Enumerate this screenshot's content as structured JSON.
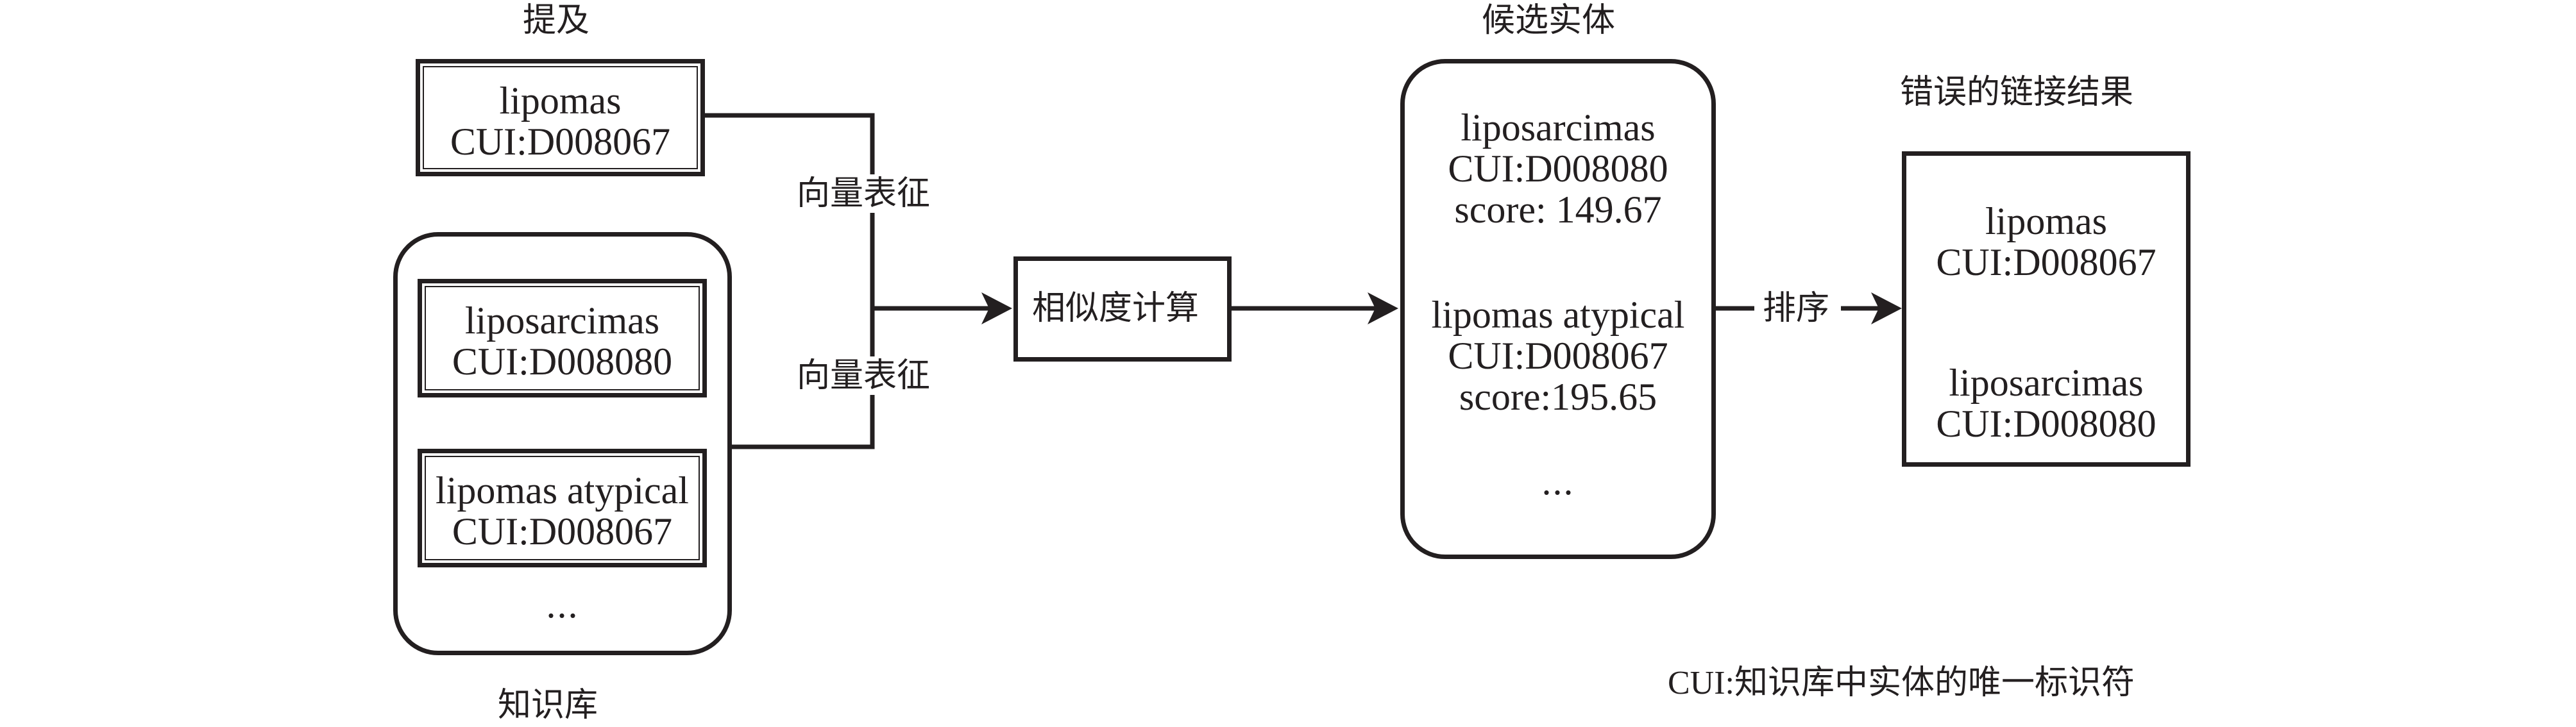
{
  "labels": {
    "mention": "提及",
    "knowledge_base": "知识库",
    "candidate_entities": "候选实体",
    "wrong_result": "错误的链接结果",
    "vectorize_top": "向量表征",
    "vectorize_bottom": "向量表征",
    "sort": "排序",
    "similarity": "相似度计算",
    "footnote": "CUI:知识库中实体的唯一标识符"
  },
  "mention": {
    "name": "lipomas",
    "cui": "CUI:D008067"
  },
  "kb": {
    "entries": [
      {
        "name": "liposarcimas",
        "cui": "CUI:D008080"
      },
      {
        "name": "lipomas atypical",
        "cui": "CUI:D008067"
      }
    ],
    "ellipsis": "..."
  },
  "candidates": {
    "entries": [
      {
        "name": "liposarcimas",
        "cui": "CUI:D008080",
        "score": "score: 149.67"
      },
      {
        "name": "lipomas atypical",
        "cui": "CUI:D008067",
        "score": "score:195.65"
      }
    ],
    "ellipsis": "..."
  },
  "result": {
    "entries": [
      {
        "name": "lipomas",
        "cui": "CUI:D008067"
      },
      {
        "name": "liposarcimas",
        "cui": "CUI:D008080"
      }
    ]
  },
  "colors": {
    "ink": "#231f20",
    "background": "#ffffff"
  }
}
